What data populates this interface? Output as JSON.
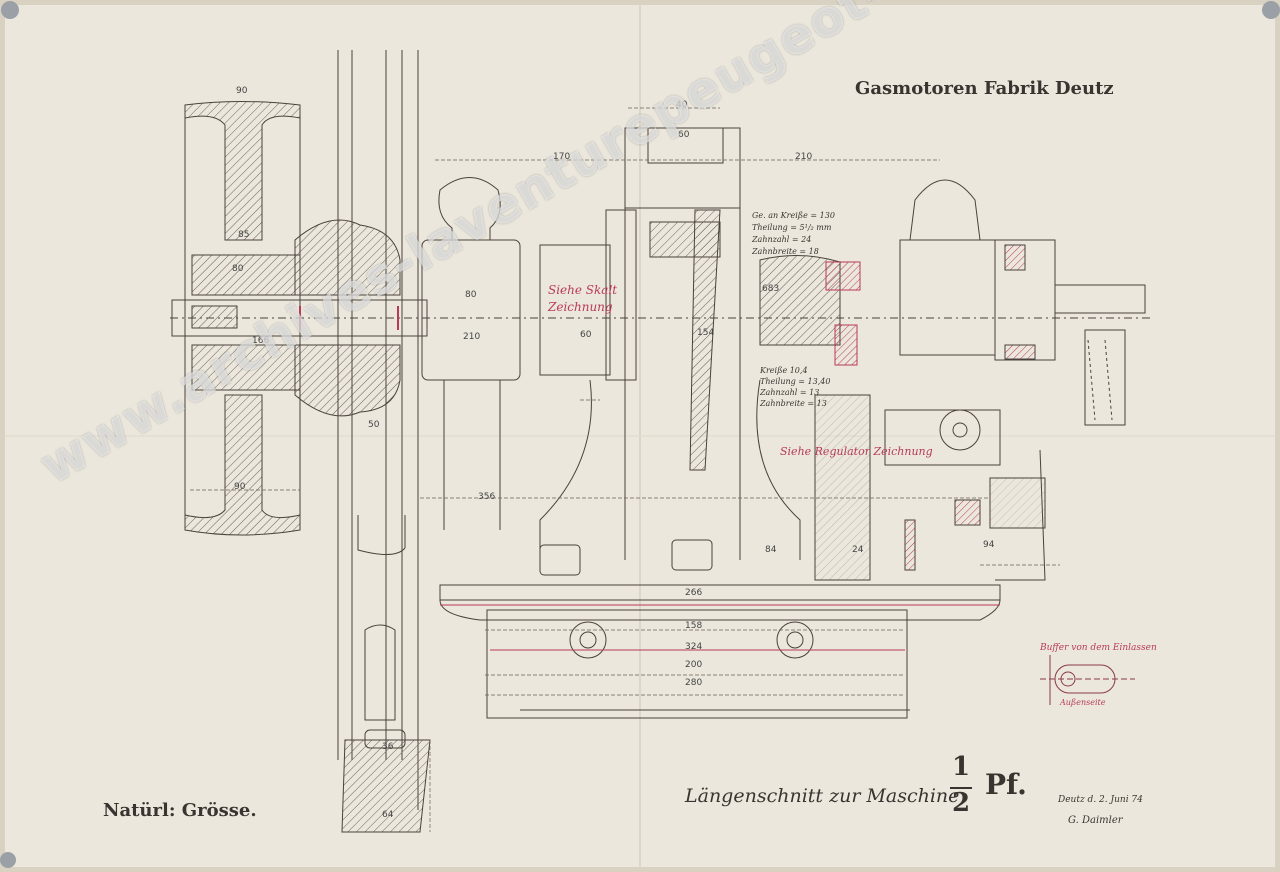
{
  "sheet": {
    "maker_title": "Gasmotoren Fabrik Deutz",
    "section_title": "Längenschnitt zur Maschine",
    "fraction": {
      "numerator": "1",
      "denominator": "2"
    },
    "power": "Pf.",
    "scale_note": "Natürl: Grösse.",
    "date_note": "Deutz d. 2. Juni 74",
    "signature": "G. Daimler",
    "detail_note": "Buffer von dem Einlassen",
    "detail_sub": "Außenseite",
    "red_notes": [
      "Siehe Skalt Zeichnung",
      "Siehe Regulator Zeichnung"
    ],
    "gear_table_top": [
      "Ge. an Kreiße = 130",
      "Theilung = 5¹/₂ mm",
      "Zahnzahl = 24",
      "Zahnbreite = 18"
    ],
    "gear_table_bottom": [
      "Kreiße 10,4",
      "Theilung = 13,40",
      "Zahnzahl = 13",
      "Zahnbreite = 13"
    ],
    "dimensions": {
      "d90_top": "90",
      "d40": "40",
      "d60": "60",
      "d170": "170",
      "d210": "210",
      "d85": "85",
      "d80a": "80",
      "d80b": "80",
      "d166": "166",
      "d210b": "210",
      "d60b": "60",
      "d154": "154",
      "d683": "683",
      "d50": "50",
      "d90_bot": "90",
      "d356": "356",
      "d84": "84",
      "d24": "24",
      "d94": "94",
      "d266": "266",
      "d158": "158",
      "d324": "324",
      "d200": "200",
      "d280": "280",
      "d64": "64",
      "d36": "36"
    }
  },
  "watermark": "www.archives-laventurepeugeot-citroends.com"
}
